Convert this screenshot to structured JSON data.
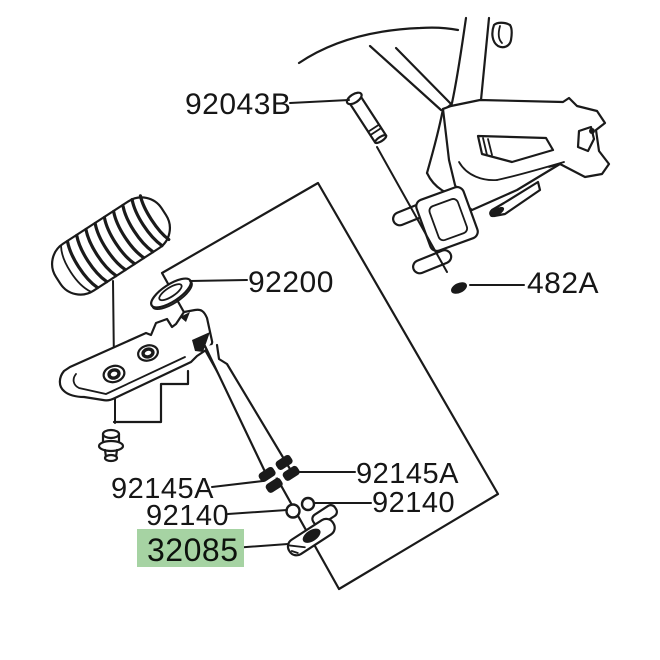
{
  "diagram": {
    "type": "exploded-parts-diagram",
    "background_color": "#ffffff",
    "line_color": "#1a1a1a",
    "highlight_color": "#a6d3a3",
    "labels": {
      "p92043b": {
        "text": "92043B",
        "highlighted": false
      },
      "p92200": {
        "text": "92200",
        "highlighted": false
      },
      "p482a": {
        "text": "482A",
        "highlighted": false
      },
      "p92145a_left": {
        "text": "92145A",
        "highlighted": false
      },
      "p92145a_right": {
        "text": "92145A",
        "highlighted": false
      },
      "p92140_left": {
        "text": "92140",
        "highlighted": false
      },
      "p92140_right": {
        "text": "92140",
        "highlighted": false
      },
      "p32085": {
        "text": "32085",
        "highlighted": true
      }
    }
  }
}
